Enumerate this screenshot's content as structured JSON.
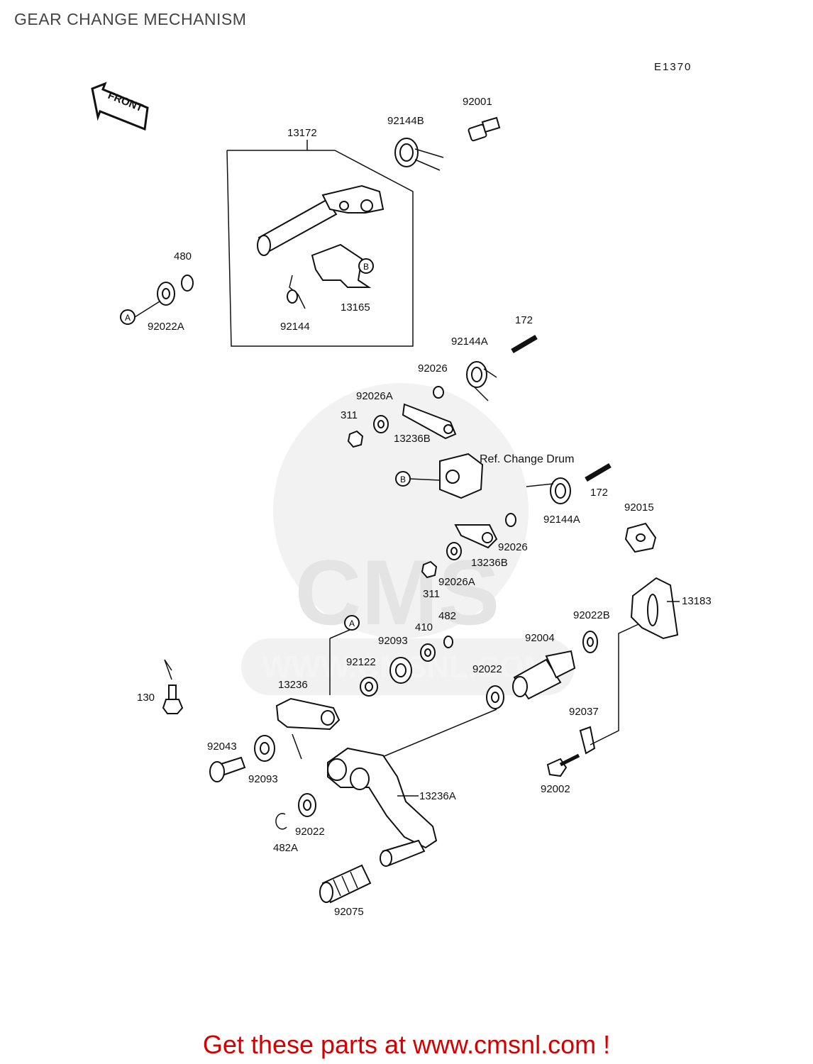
{
  "page": {
    "title": "GEAR CHANGE MECHANISM",
    "diagram_code": "E1370",
    "footer_link": "Get these parts at www.cmsnl.com !",
    "watermark": "CMS",
    "watermark_url": "WWW.CMSNL.COM"
  },
  "diagram": {
    "front_label": "FRONT",
    "ref_label": "Ref. Change Drum",
    "callout_a": "A",
    "callout_b": "B",
    "parts": [
      "13172",
      "92144B",
      "92001",
      "480",
      "92022A",
      "92144",
      "13165",
      "172",
      "92144A",
      "92026",
      "92026A",
      "311",
      "13236B",
      "172",
      "92144A",
      "92015",
      "92026",
      "13236B",
      "92026A",
      "311",
      "13183",
      "482",
      "410",
      "92093",
      "92022B",
      "92004",
      "92122",
      "92022",
      "130",
      "13236",
      "92037",
      "92043",
      "92093",
      "92002",
      "13236A",
      "92022",
      "482A",
      "92075"
    ]
  }
}
